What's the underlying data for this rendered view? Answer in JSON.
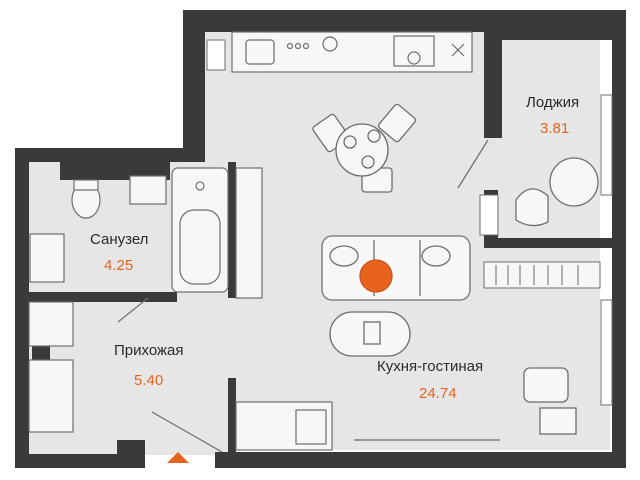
{
  "floorplan": {
    "colors": {
      "wall": "#3a3a3c",
      "floor": "#e6e6e6",
      "furniture": "#f7f7f7",
      "line": "#6e6e6e",
      "accent": "#e8641e",
      "window": "#cfe3ea"
    },
    "entrance_marker": {
      "icon": "triangle-up-icon"
    },
    "rooms": [
      {
        "id": "loggia",
        "name": "Лоджия",
        "area": "3.81"
      },
      {
        "id": "bathroom",
        "name": "Санузел",
        "area": "4.25"
      },
      {
        "id": "hallway",
        "name": "Прихожая",
        "area": "5.40"
      },
      {
        "id": "living",
        "name": "Кухня-гостиная",
        "area": "24.74"
      }
    ]
  }
}
